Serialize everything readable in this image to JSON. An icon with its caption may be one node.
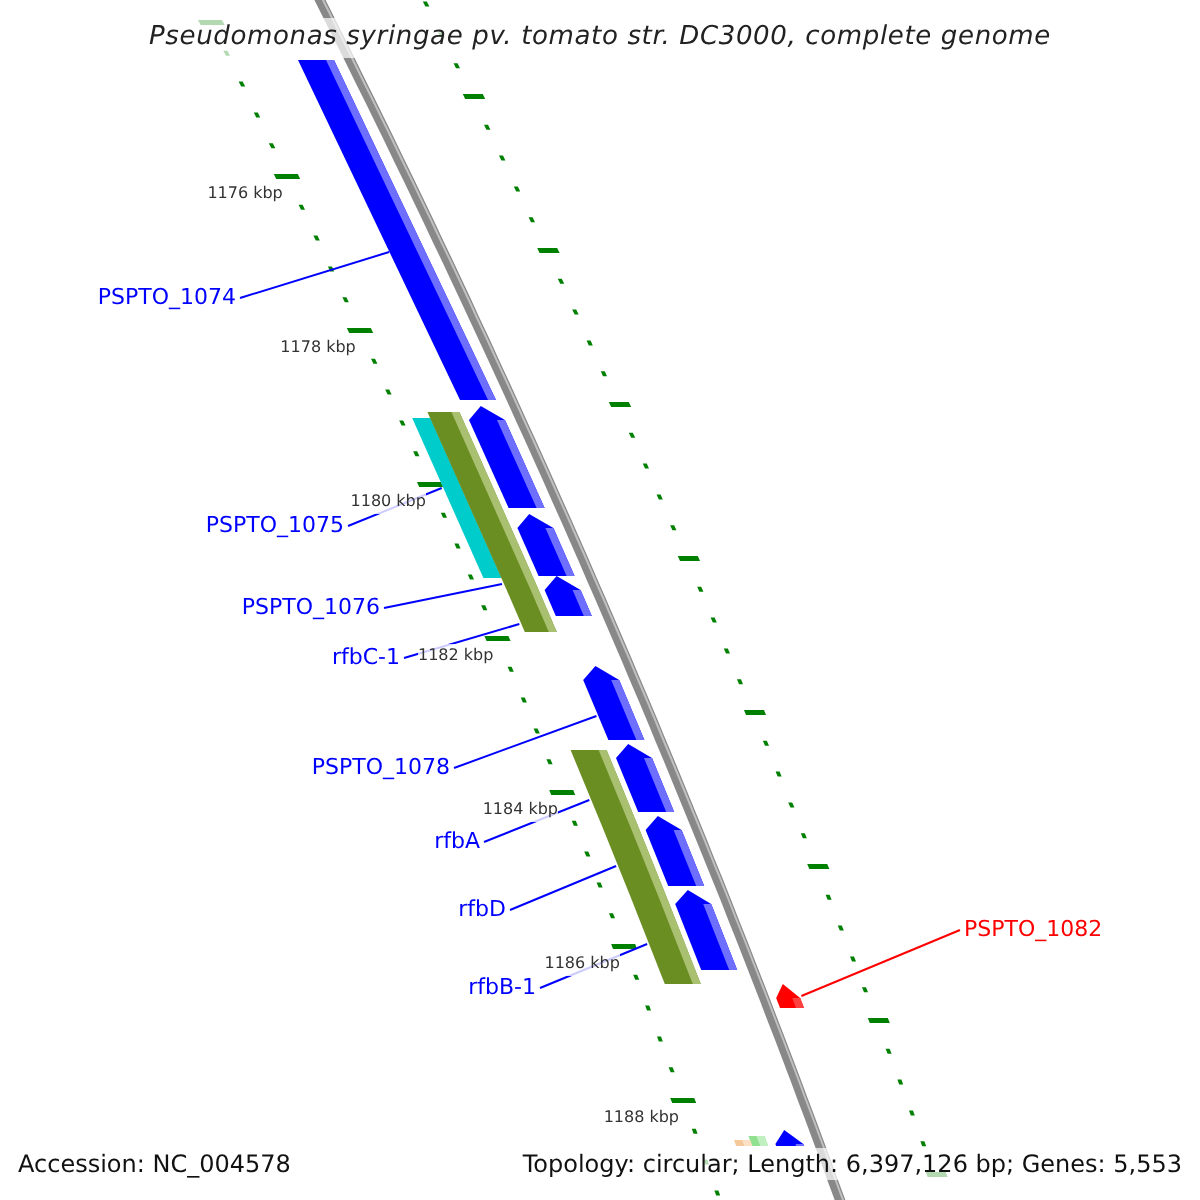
{
  "diagram": {
    "title": "Pseudomonas syringae pv. tomato str. DC3000, complete genome",
    "nodes": [
      {
        "text": [
          "PSPTO_1074"
        ]
      },
      {
        "text": [
          "PSPTO_1075"
        ]
      },
      {
        "text": [
          "PSPTO_1076"
        ]
      },
      {
        "text": [
          "rfbC-1"
        ]
      },
      {
        "text": [
          "PSPTO_1078"
        ]
      },
      {
        "text": [
          "rfbA"
        ]
      },
      {
        "text": [
          "rfbD"
        ]
      },
      {
        "text": [
          "rfbB-1"
        ]
      },
      {
        "text": [
          "PSPTO_1082"
        ]
      },
      {
        "text": [],
        "shape": "bar"
      },
      {
        "text": [],
        "shape": "bar"
      },
      {
        "text": [],
        "shape": "bar"
      },
      {
        "text": [],
        "shape": "bar"
      },
      {
        "text": [],
        "shape": "bar"
      },
      {
        "text": [],
        "shape": "bar"
      },
      {
        "text": [],
        "shape": "bar"
      },
      {
        "text": [],
        "shape": "bar"
      },
      {
        "text": [],
        "shape": "bar"
      }
    ],
    "edges": [
      {
        "from": 0,
        "to": 9,
        "arrow": "none"
      },
      {
        "from": 1,
        "to": 10,
        "arrow": "none"
      },
      {
        "from": 2,
        "to": 11,
        "arrow": "none"
      },
      {
        "from": 3,
        "to": 12,
        "arrow": "none"
      },
      {
        "from": 4,
        "to": 13,
        "arrow": "none"
      },
      {
        "from": 5,
        "to": 14,
        "arrow": "none"
      },
      {
        "from": 6,
        "to": 15,
        "arrow": "none"
      },
      {
        "from": 7,
        "to": 16,
        "arrow": "none"
      },
      {
        "from": 8,
        "to": 17,
        "arrow": "none",
        "color": "#ff0000"
      }
    ],
    "labels": [
      "1176 kbp",
      "1178 kbp",
      "1180 kbp",
      "1182 kbp",
      "1184 kbp",
      "1186 kbp",
      "1188 kbp",
      "Accession: NC_004578",
      "Topology: circular; Length: 6,397,126 bp; Genes: 5,553"
    ]
  }
}
